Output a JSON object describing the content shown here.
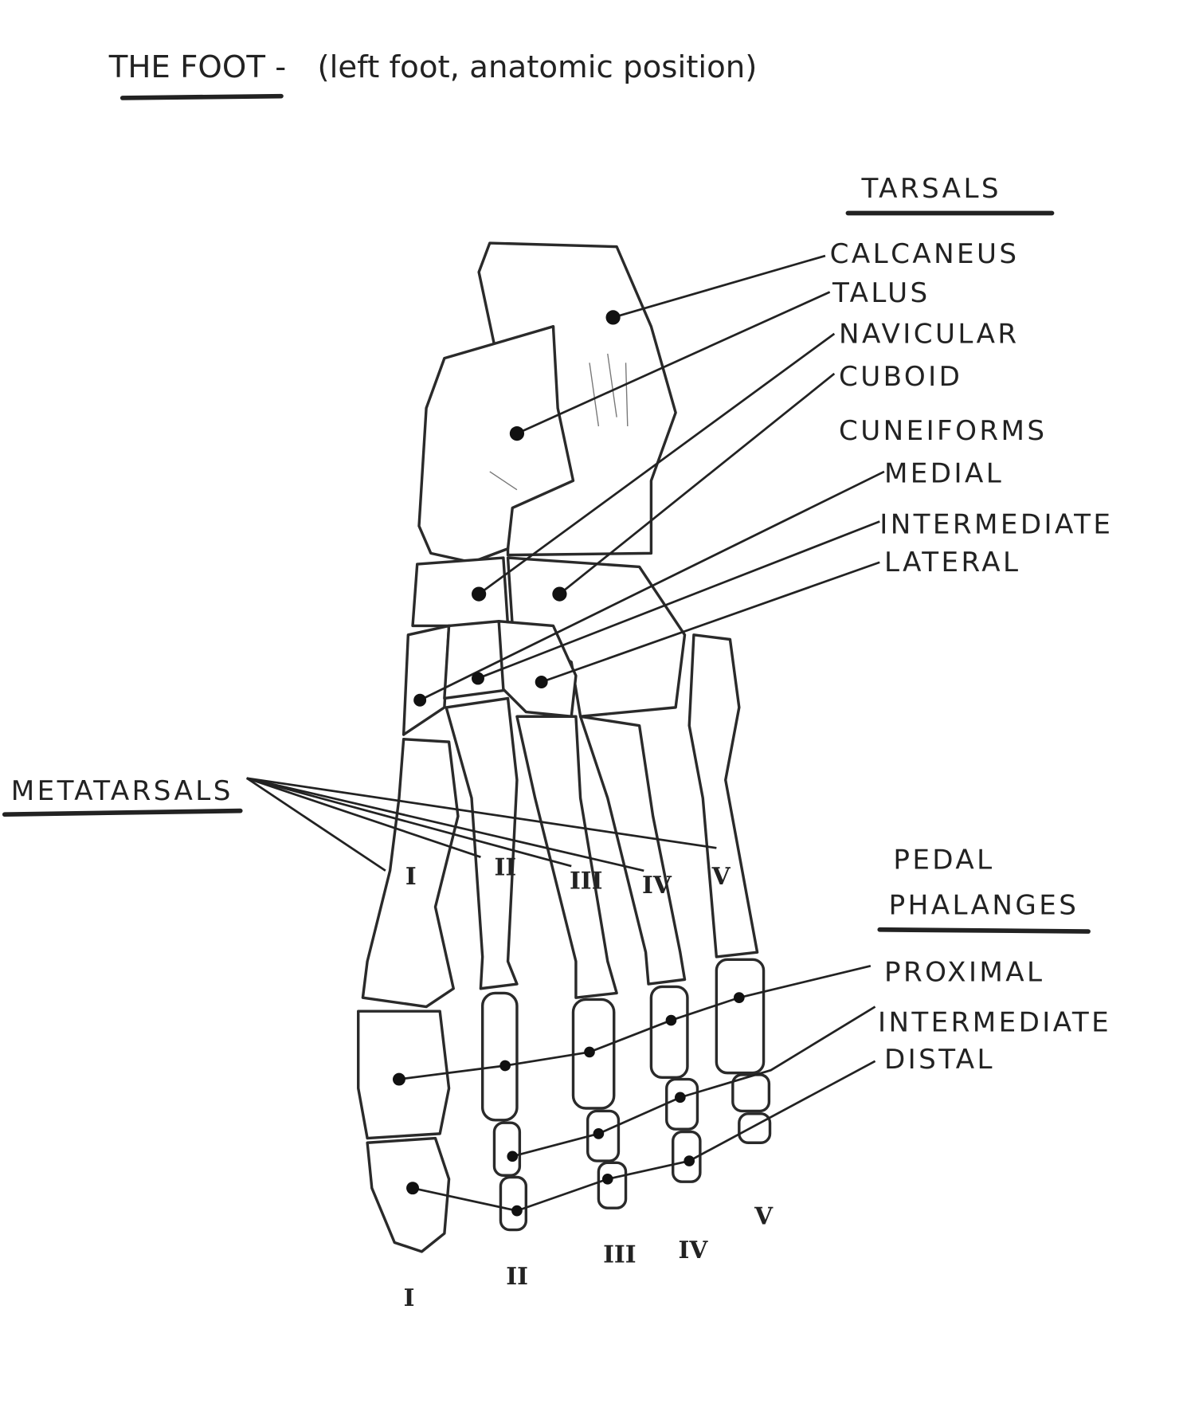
{
  "title": {
    "main": "THE FOOT -",
    "sub": "(left foot, anatomic position)"
  },
  "tarsals": {
    "heading": "TARSALS",
    "items": [
      "CALCANEUS",
      "TALUS",
      "NAVICULAR",
      "CUBOID"
    ],
    "cuneiforms": {
      "heading": "CUNEIFORMS",
      "items": [
        "MEDIAL",
        "INTERMEDIATE",
        "LATERAL"
      ]
    }
  },
  "metatarsals": {
    "heading": "METATARSALS",
    "numerals": [
      "I",
      "II",
      "III",
      "IV",
      "V"
    ]
  },
  "phalanges": {
    "heading_line1": "PEDAL",
    "heading_line2": "PHALANGES",
    "items": [
      "PROXIMAL",
      "INTERMEDIATE",
      "DISTAL"
    ]
  },
  "toe_numerals": [
    "I",
    "II",
    "III",
    "IV",
    "V"
  ]
}
